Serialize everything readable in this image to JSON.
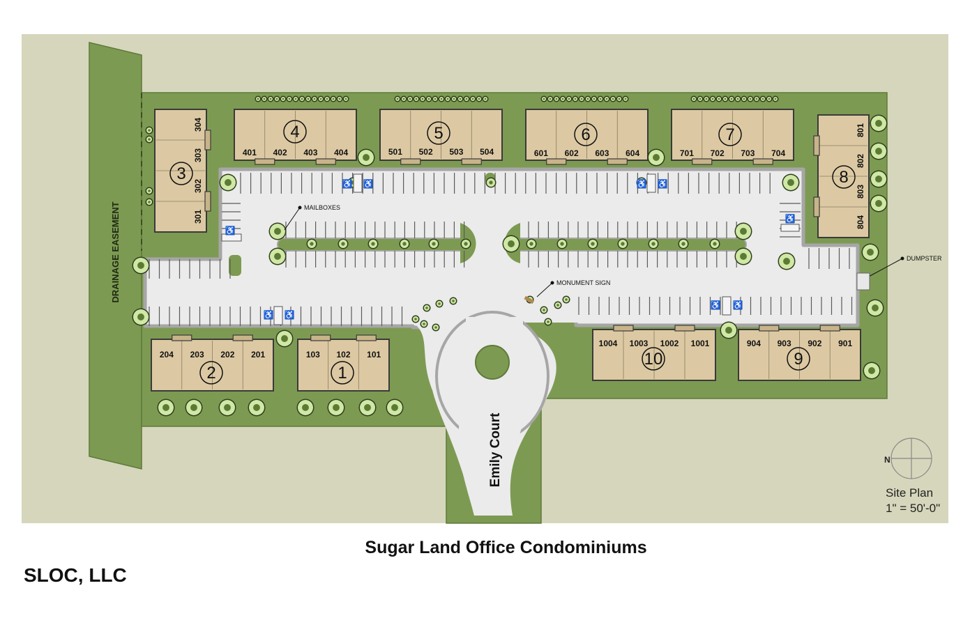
{
  "labels": {
    "drainage": "DRAINAGE EASEMENT",
    "mailboxes": "MAILBOXES",
    "monument_sign": "MONUMENT SIGN",
    "dumpster": "DUMPSTER",
    "street": "Emily Court",
    "north": "N"
  },
  "site_plan": {
    "heading": "Site Plan",
    "scale": "1\" = 50'-0\""
  },
  "project_title": "Sugar Land Office Condominiums",
  "company": "SLOC, LLC",
  "buildings": [
    {
      "number": "1",
      "units": [
        "103",
        "102",
        "101"
      ]
    },
    {
      "number": "2",
      "units": [
        "204",
        "203",
        "202",
        "201"
      ]
    },
    {
      "number": "3",
      "units": [
        "304",
        "303",
        "302",
        "301"
      ]
    },
    {
      "number": "4",
      "units": [
        "401",
        "402",
        "403",
        "404"
      ]
    },
    {
      "number": "5",
      "units": [
        "501",
        "502",
        "503",
        "504"
      ]
    },
    {
      "number": "6",
      "units": [
        "601",
        "602",
        "603",
        "604"
      ]
    },
    {
      "number": "7",
      "units": [
        "701",
        "702",
        "703",
        "704"
      ]
    },
    {
      "number": "8",
      "units": [
        "801",
        "802",
        "803",
        "804"
      ]
    },
    {
      "number": "9",
      "units": [
        "904",
        "903",
        "902",
        "901"
      ]
    },
    {
      "number": "10",
      "units": [
        "1004",
        "1003",
        "1002",
        "1001"
      ]
    }
  ],
  "colors": {
    "surround": "#d6d6bc",
    "lawn": "#7d9a52",
    "pavement": "#ececec",
    "curb": "#a9a9a9",
    "building": "#dcc9a3",
    "tree": "#cfe8a6"
  }
}
